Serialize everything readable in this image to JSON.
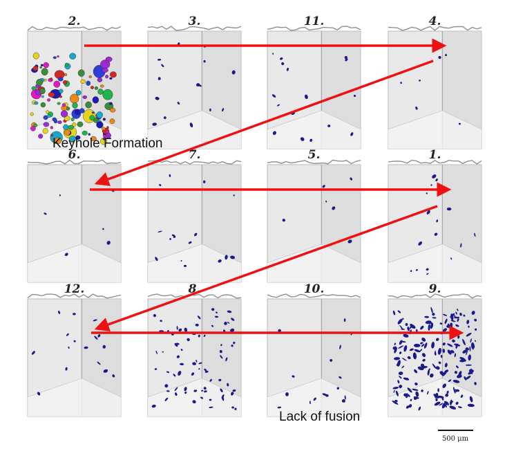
{
  "samples": [
    {
      "label": "2.",
      "pores": "keyhole"
    },
    {
      "label": "3.",
      "pores": "low"
    },
    {
      "label": "11.",
      "pores": "low"
    },
    {
      "label": "4.",
      "pores": "minimal"
    },
    {
      "label": "6.",
      "pores": "minimal"
    },
    {
      "label": "7.",
      "pores": "low"
    },
    {
      "label": "5.",
      "pores": "minimal"
    },
    {
      "label": "1.",
      "pores": "low"
    },
    {
      "label": "12.",
      "pores": "low"
    },
    {
      "label": "8.",
      "pores": "medium"
    },
    {
      "label": "10.",
      "pores": "low"
    },
    {
      "label": "9.",
      "pores": "high"
    }
  ],
  "annotations": {
    "top": "Keyhole Formation",
    "bottom": "Lack of fusion"
  },
  "scale_bar": "500 μm",
  "colors": {
    "arrow": "#ee1111",
    "pore": "#1a1a8c",
    "block_face": "#e9e9e9",
    "block_side": "#d4d4d4",
    "block_bottom": "#f4f4f4"
  }
}
